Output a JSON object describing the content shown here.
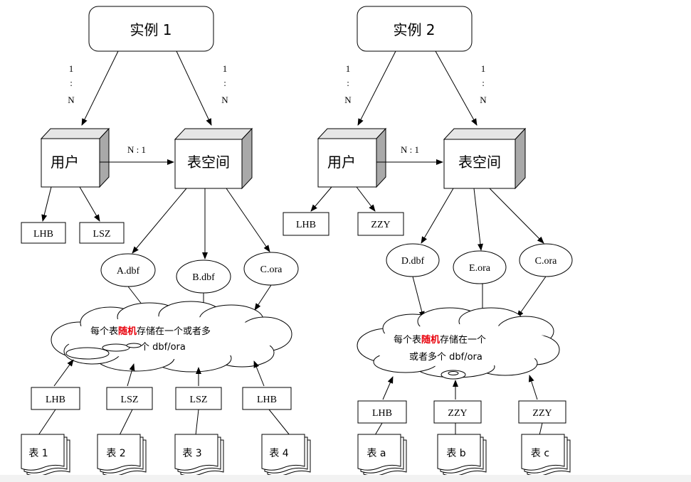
{
  "colors": {
    "highlight": "#e8000b",
    "cube_side": "#a9a9a9",
    "cube_top": "#e6e6e6",
    "line": "#000000"
  },
  "left": {
    "instance": "实例 1",
    "card_user": [
      "1",
      ":",
      "N"
    ],
    "card_ts": [
      "1",
      ":",
      "N"
    ],
    "user": "用户",
    "tablespace": "表空间",
    "user_ts_card": "N : 1",
    "users": [
      "LHB",
      "LSZ"
    ],
    "files": [
      "A.dbf",
      "B.dbf",
      "C.ora"
    ],
    "cloud": {
      "l1_pre": "每个表",
      "l1_hl": "随机",
      "l1_post": "存储在一个或者多",
      "l2": "个 dbf/ora"
    },
    "owners": [
      "LHB",
      "LSZ",
      "LSZ",
      "LHB"
    ],
    "tables": [
      "表 1",
      "表 2",
      "表 3",
      "表 4"
    ]
  },
  "right": {
    "instance": "实例 2",
    "card_user": [
      "1",
      ":",
      "N"
    ],
    "card_ts": [
      "1",
      ":",
      "N"
    ],
    "user": "用户",
    "tablespace": "表空间",
    "user_ts_card": "N : 1",
    "users": [
      "LHB",
      "ZZY"
    ],
    "files": [
      "D.dbf",
      "E.ora",
      "C.ora"
    ],
    "cloud": {
      "l1_pre": "每个表",
      "l1_hl": "随机",
      "l1_post": "存储在一个",
      "l2": "或者多个 dbf/ora"
    },
    "owners": [
      "LHB",
      "ZZY",
      "ZZY"
    ],
    "tables": [
      "表 a",
      "表 b",
      "表 c"
    ]
  }
}
